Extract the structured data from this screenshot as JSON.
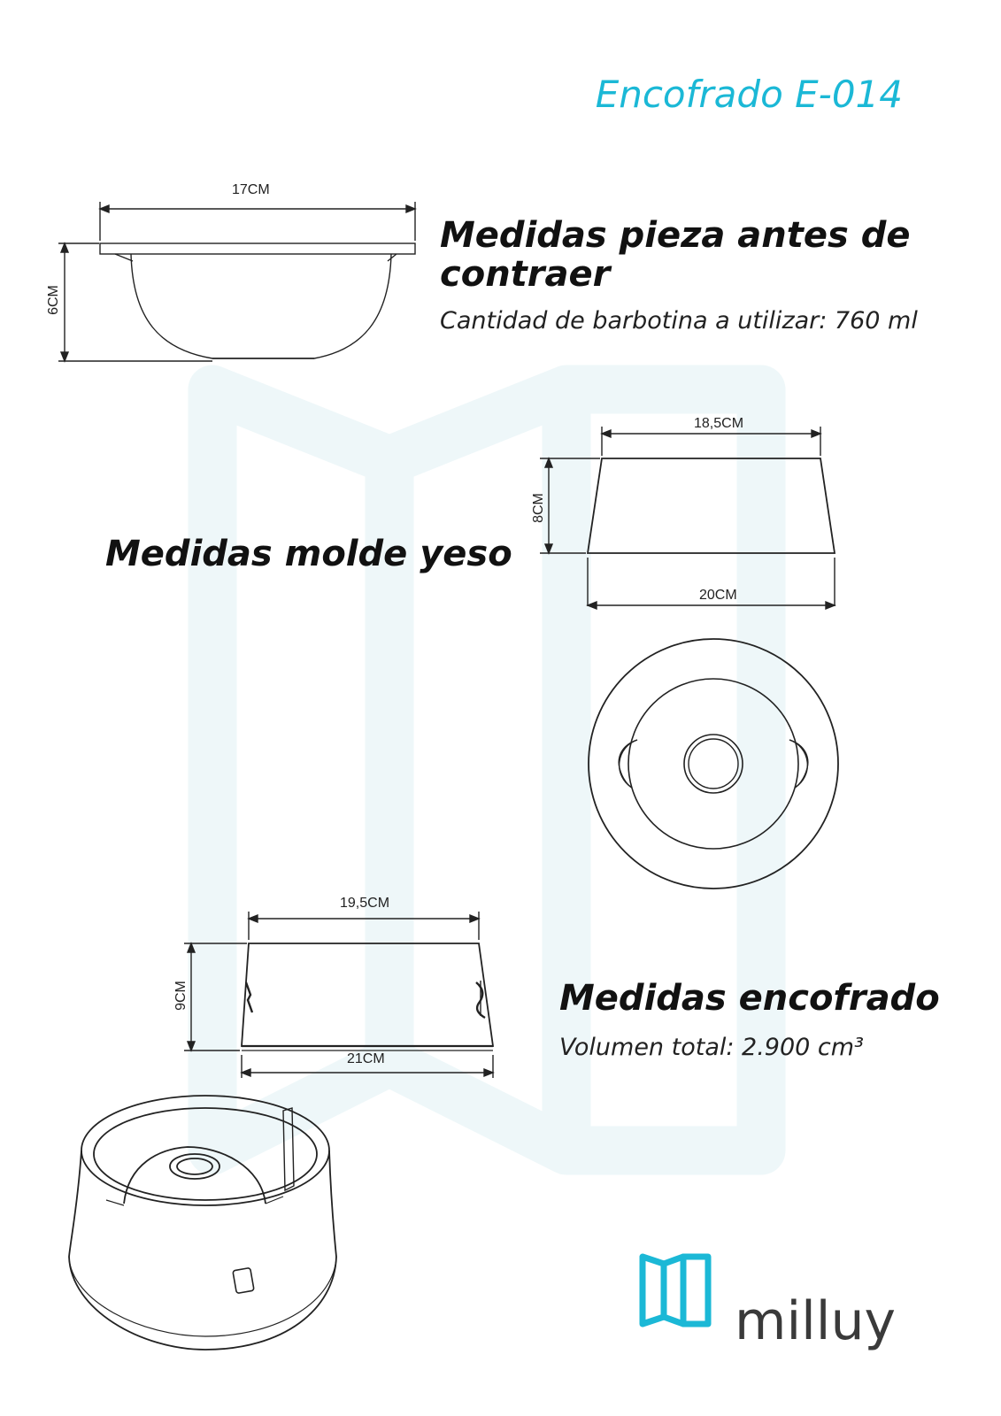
{
  "document": {
    "title": "Encofrado E-014",
    "sections": {
      "piece": {
        "heading_line1": "Medidas pieza antes de",
        "heading_line2": "contraer",
        "note": "Cantidad de barbotina a utilizar: 760 ml",
        "width_label": "17CM",
        "height_label": "6CM"
      },
      "mold": {
        "heading": "Medidas molde yeso",
        "top_width_label": "18,5CM",
        "bottom_width_label": "20CM",
        "height_label": "8CM"
      },
      "formwork": {
        "heading": "Medidas encofrado",
        "note": "Volumen total: 2.900 cm³",
        "top_width_label": "19,5CM",
        "bottom_width_label": "21CM",
        "height_label": "9CM"
      }
    },
    "brand": {
      "name": "milluy",
      "accent_color": "#1bb8d6"
    }
  }
}
